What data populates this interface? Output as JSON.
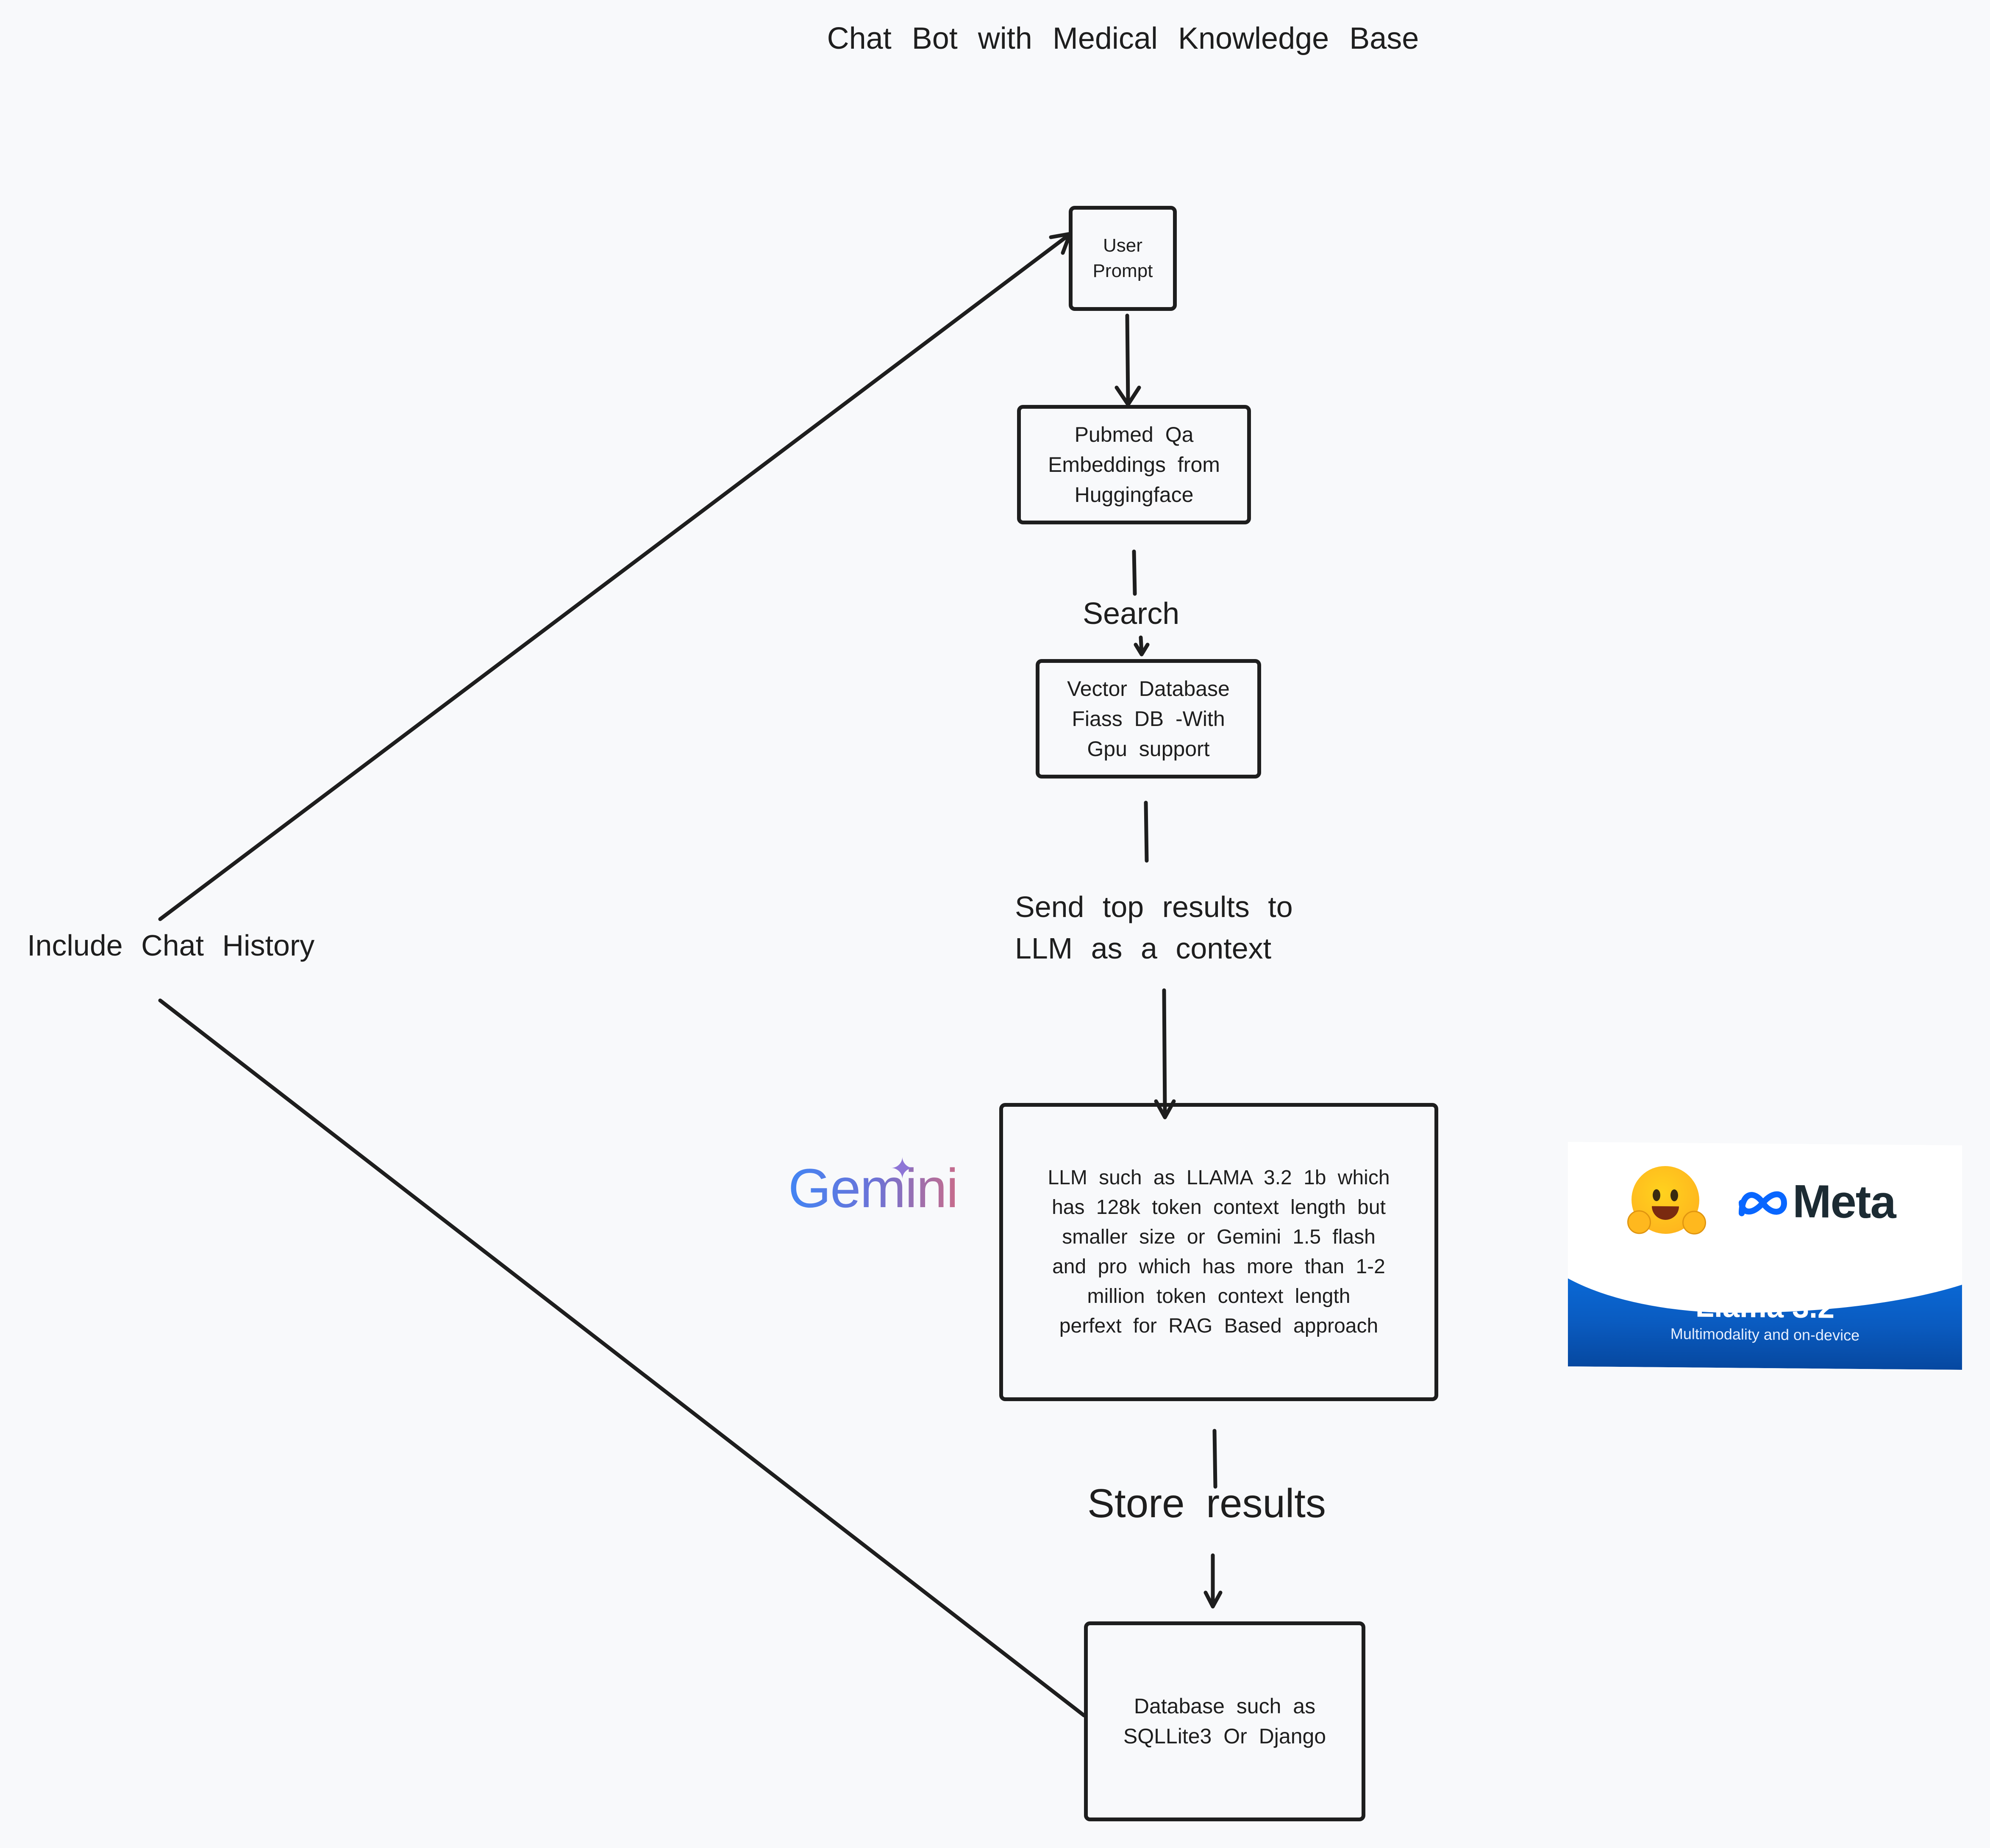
{
  "title": "Chat  Bot  with   Medical   Knowledge   Base",
  "nodes": {
    "user_prompt": "User\nPrompt",
    "embeddings": "Pubmed  Qa\nEmbeddings    from\nHuggingface",
    "vector_db": "Vector   Database\nFiass  DB -With\nGpu  support",
    "llm": "LLM  such  as  LLAMA  3.2  1b which\nhas  128k  token   context   length   but\nsmaller   size  or  Gemini  1.5 flash\nand  pro  which   has  more  than   1-2\nmillion   token   context   length\nperfext    for  RAG  Based  approach",
    "database": "Database   such  as\nSQLLite3  Or  Django"
  },
  "edge_labels": {
    "search": "Search",
    "send_context": "Send  top  results   to\nLLM  as  a  context",
    "store": "Store   results",
    "history": "Include    Chat   History"
  },
  "logos": {
    "gemini": "Gemini",
    "meta": "Meta",
    "llama_title": "Llama 3.2",
    "llama_subtitle": "Multimodality and on-device"
  },
  "colors": {
    "background": "#f8f9fb",
    "stroke": "#1e1e1e",
    "llama_blue": "#0a5bc0"
  },
  "icons": [
    "hugging-face-emoji-icon",
    "meta-infinity-icon",
    "gemini-sparkle-icon"
  ]
}
